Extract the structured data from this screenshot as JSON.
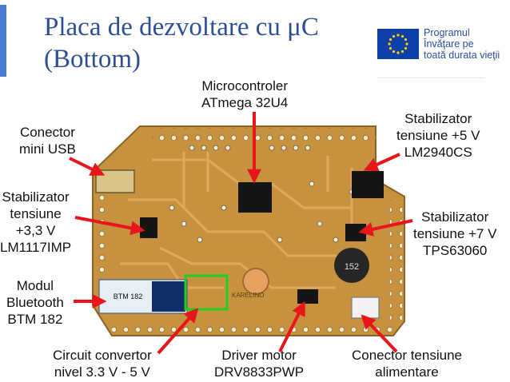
{
  "title": {
    "line1": "Placa de dezvoltare cu μC",
    "line2": "(Bottom)"
  },
  "eu_logo": {
    "lines": [
      "Programul",
      "Învăţare pe",
      "toată durata vieţii"
    ]
  },
  "labels": {
    "microcontroller": [
      "Microcontroler",
      "ATmega 32U4"
    ],
    "usb": [
      "Conector",
      "mini USB"
    ],
    "reg5": [
      "Stabilizator",
      "tensiune +5 V",
      "LM2940CS"
    ],
    "reg33": [
      "Stabilizator",
      "tensiune",
      "+3,3 V",
      "LM1117IMP"
    ],
    "reg7": [
      "Stabilizator",
      "tensiune +7 V",
      "TPS63060"
    ],
    "bluetooth": [
      "Modul",
      "Bluetooth",
      "BTM 182"
    ],
    "level": [
      "Circuit convertor",
      "nivel 3.3 V - 5 V"
    ],
    "driver": [
      "Driver motor",
      "DRV8833PWP"
    ],
    "power": [
      "Conector tensiune",
      "alimentare"
    ]
  },
  "board_text": {
    "silk": "KARELINO",
    "inductor": "152",
    "bt_module": "BTM 182"
  },
  "colors": {
    "accent": "#4a7bd1",
    "title": "#2e4f95",
    "arrow": "#e8151b",
    "pcb": "#c7923f",
    "highlight": "#22cc22",
    "eu_blue": "#0f3fa8",
    "eu_star": "#ffd200"
  }
}
